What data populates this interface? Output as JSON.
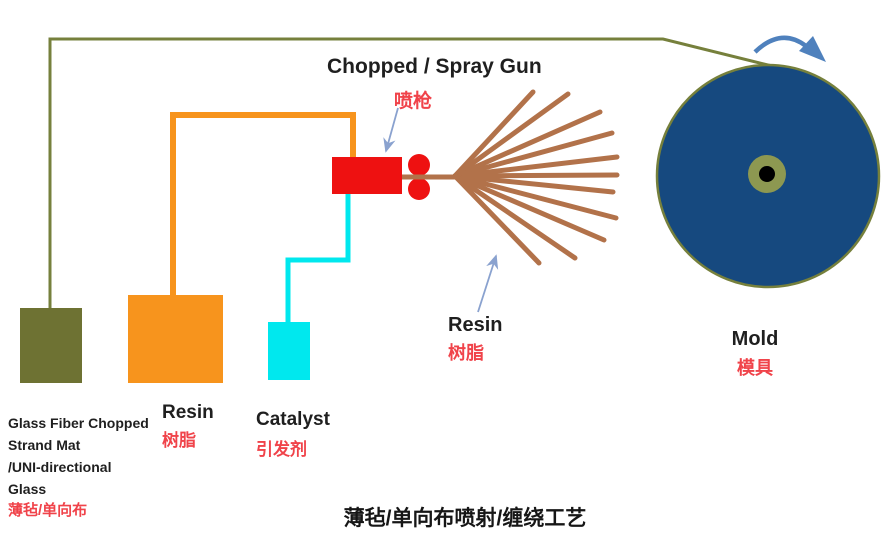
{
  "title": "薄毡/单向布喷射/缠绕工艺",
  "labels": {
    "spray_gun_en": "Chopped / Spray Gun",
    "spray_gun_zh": "喷枪",
    "resin_spray_en": "Resin",
    "resin_spray_zh": "树脂",
    "mold_en": "Mold",
    "mold_zh": "模具",
    "glass_fiber_line1": "Glass Fiber Chopped",
    "glass_fiber_line2": "Strand Mat",
    "glass_fiber_line3": "/UNI-directional",
    "glass_fiber_line4": "Glass",
    "glass_fiber_zh": "薄毡/单向布",
    "resin_tank_en": "Resin",
    "resin_tank_zh": "树脂",
    "catalyst_en": "Catalyst",
    "catalyst_zh": "引发剂"
  },
  "colors": {
    "olive": "#6e7233",
    "olive_line": "#76803c",
    "hub_olive": "#8d9851",
    "orange": "#f7941d",
    "cyan": "#00e8ee",
    "red": "#ee1111",
    "brown": "#b2724a",
    "mold_blue": "#16497f",
    "arrow_blue": "#4f81bd",
    "thin_arrow_blue": "#8aa2cf",
    "text_red": "#f0434a",
    "text_black": "#1f1f1f"
  }
}
